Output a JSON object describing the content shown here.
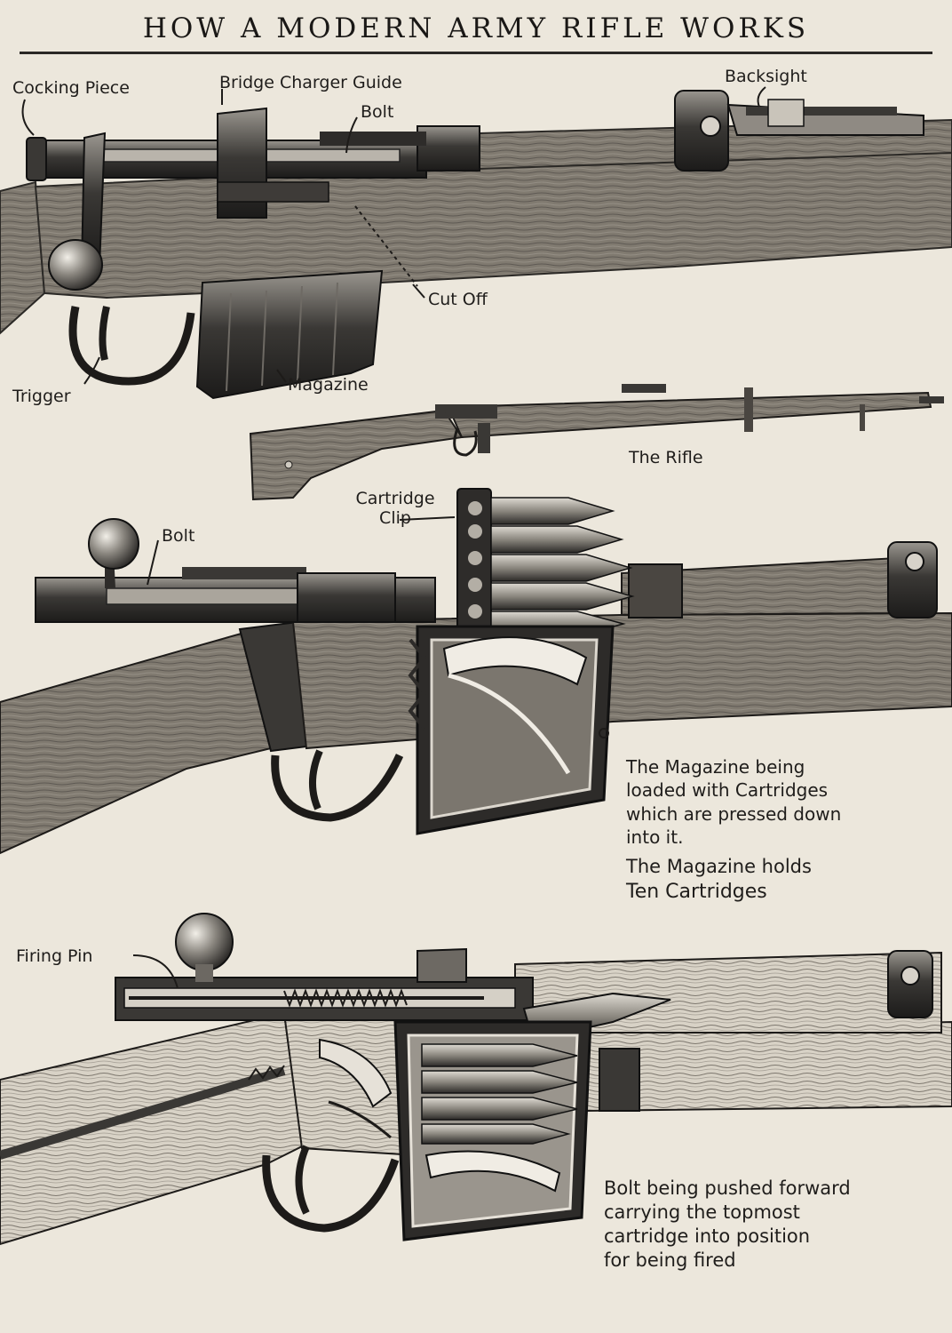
{
  "title": "HOW A MODERN ARMY RIFLE WORKS",
  "colors": {
    "paper": "#ece7dc",
    "wood": "#7a756c",
    "wood_dark": "#4a4641",
    "metal": "#2e2c2a",
    "metal_light": "#8d8983",
    "ink": "#1d1b19"
  },
  "panel1": {
    "labels": {
      "cocking_piece": "Cocking Piece",
      "bridge_charger_guide": "Bridge Charger Guide",
      "bolt": "Bolt",
      "backsight": "Backsight",
      "cut_off": "Cut Off",
      "trigger": "Trigger",
      "magazine": "Magazine"
    }
  },
  "rifle_view": {
    "caption": "The Rifle"
  },
  "panel2": {
    "labels": {
      "cartridge_clip": "Cartridge Clip",
      "bolt": "Bolt"
    },
    "caption_lines": [
      "The Magazine being",
      "loaded with Cartridges",
      "which are pressed down",
      "into it.",
      "The Magazine holds",
      "Ten Cartridges"
    ]
  },
  "panel3": {
    "labels": {
      "firing_pin": "Firing Pin"
    },
    "caption_lines": [
      "Bolt being pushed forward",
      "carrying the topmost",
      "cartridge into position",
      "for being fired"
    ]
  }
}
